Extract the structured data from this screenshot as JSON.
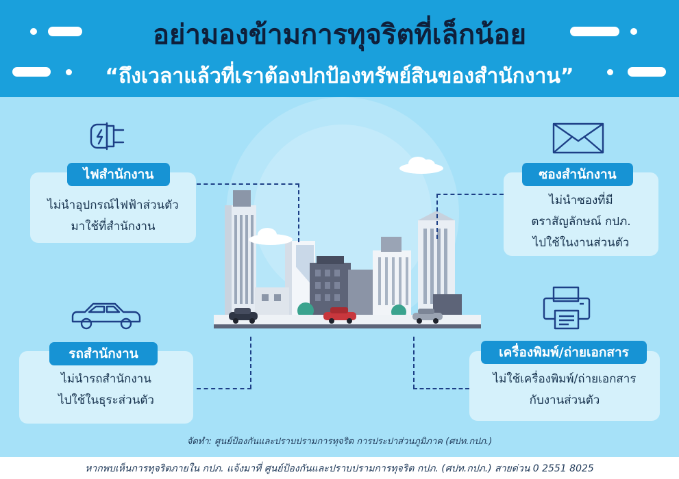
{
  "header": {
    "title": "อย่ามองข้ามการทุจริตที่เล็กน้อย",
    "subtitle": "“ถึงเวลาแล้วที่เราต้องปกป้องทรัพย์สินของสำนักงาน”",
    "background": "#1aa0dc"
  },
  "cards": {
    "electricity": {
      "title": "ไฟสำนักงาน",
      "lines": [
        "ไม่นำอุปกรณ์ไฟฟ้าส่วนตัว",
        "มาใช้ที่สำนักงาน"
      ],
      "icon": "electric-plug-icon"
    },
    "envelope": {
      "title": "ซองสำนักงาน",
      "lines": [
        "ไม่นำซองที่มี",
        "ตราสัญลักษณ์ กปภ.",
        "ไปใช้ในงานส่วนตัว"
      ],
      "icon": "envelope-icon"
    },
    "car": {
      "title": "รถสำนักงาน",
      "lines": [
        "ไม่นำรถสำนักงาน",
        "ไปใช้ในธุระส่วนตัว"
      ],
      "icon": "car-icon"
    },
    "printer": {
      "title": "เครื่องพิมพ์/ถ่ายเอกสาร",
      "lines": [
        "ไม่ใช้เครื่องพิมพ์/ถ่ายเอกสาร",
        "กับงานส่วนตัว"
      ],
      "icon": "printer-icon"
    }
  },
  "credit": "จัดทำ: ศูนย์ป้องกันและปราบปรามการทุจริต การประปาส่วนภูมิภาค (ศปท.กปภ.)",
  "footer": "หากพบเห็นการทุจริตภายใน กปภ. แจ้งมาที่ ศูนย์ป้องกันและปราบปรามการทุจริต กปภ. (ศปท.กปภ.) สายด่วน 0 2551 8025",
  "colors": {
    "accent": "#1793d4",
    "card": "#d5f1fb",
    "sky": "#a6e1f8",
    "connector": "#1d3f86"
  }
}
